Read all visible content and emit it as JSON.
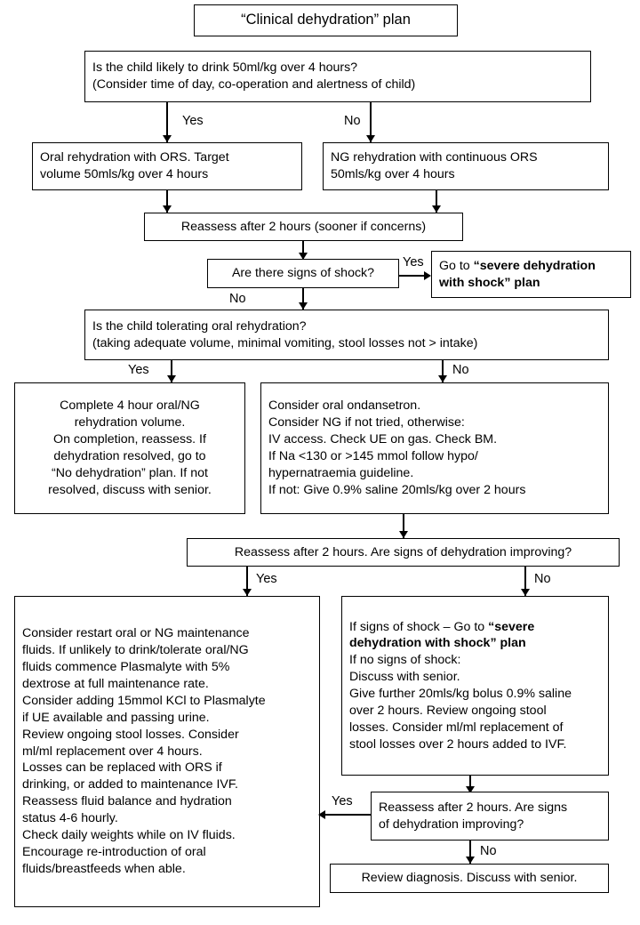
{
  "title": {
    "text": "“Clinical dehydration” plan"
  },
  "nodes": {
    "q_drink": "Is the child likely to drink 50ml/kg over 4 hours?\n(Consider time of day, co-operation and alertness of child)",
    "oral_rehydration": "Oral rehydration with ORS. Target\nvolume 50mls/kg over 4 hours",
    "ng_rehydration": "NG rehydration with continuous ORS\n50mls/kg over 4 hours",
    "reassess_2h": "Reassess after 2 hours (sooner if concerns)",
    "q_shock": "Are there signs of shock?",
    "goto_severe_prefix": "Go to ",
    "goto_severe_bold": "“severe dehydration with shock” plan",
    "q_tolerating": "Is the child tolerating oral rehydration?\n(taking adequate volume, minimal vomiting, stool losses not > intake)",
    "complete_4h": "Complete 4 hour oral/NG\nrehydration volume.\nOn completion, reassess. If\ndehydration resolved, go to\n“No dehydration” plan. If not\nresolved, discuss with senior.",
    "consider_ondansetron": "Consider oral ondansetron.\nConsider NG if not tried, otherwise:\nIV access. Check UE on gas. Check BM.\nIf Na <130 or >145 mmol follow hypo/\nhypernatraemia guideline.\nIf not: Give 0.9% saline 20mls/kg over 2 hours",
    "reassess_improving_1": "Reassess after 2 hours. Are signs of dehydration improving?",
    "maintenance_plan": "Consider restart oral or NG maintenance\nfluids. If unlikely to drink/tolerate oral/NG\nfluids commence Plasmalyte with 5%\ndextrose at full maintenance rate.\nConsider adding 15mmol KCl to Plasmalyte\nif UE available and passing urine.\nReview ongoing stool losses.  Consider\nml/ml replacement over 4 hours.\nLosses can be replaced with ORS if\ndrinking, or added to maintenance IVF.\nReassess fluid balance and hydration\nstatus 4-6 hourly.\nCheck daily weights while on IV fluids.\nEncourage re-introduction of oral\nfluids/breastfeeds when able.",
    "shock_branch_line1_prefix": "If signs of shock – Go to ",
    "shock_branch_bold": "“severe dehydration with shock” plan",
    "shock_branch_rest": "If no signs of shock:\nDiscuss with senior.\nGive further 20mls/kg bolus 0.9% saline\nover 2 hours. Review ongoing stool\nlosses. Consider ml/ml replacement of\nstool losses over 2 hours added to IVF.",
    "reassess_improving_2": "Reassess after 2 hours. Are signs\nof dehydration improving?",
    "review_diagnosis": "Review diagnosis. Discuss with senior."
  },
  "edge_labels": {
    "yes_drink": "Yes",
    "no_drink": "No",
    "yes_shock": "Yes",
    "no_shock": "No",
    "yes_tolerating": "Yes",
    "no_tolerating": "No",
    "yes_improving_1": "Yes",
    "no_improving_1": "No",
    "yes_improving_2": "Yes",
    "no_improving_2": "No"
  },
  "colors": {
    "line": "#000000",
    "background": "#ffffff",
    "text": "#000000"
  }
}
